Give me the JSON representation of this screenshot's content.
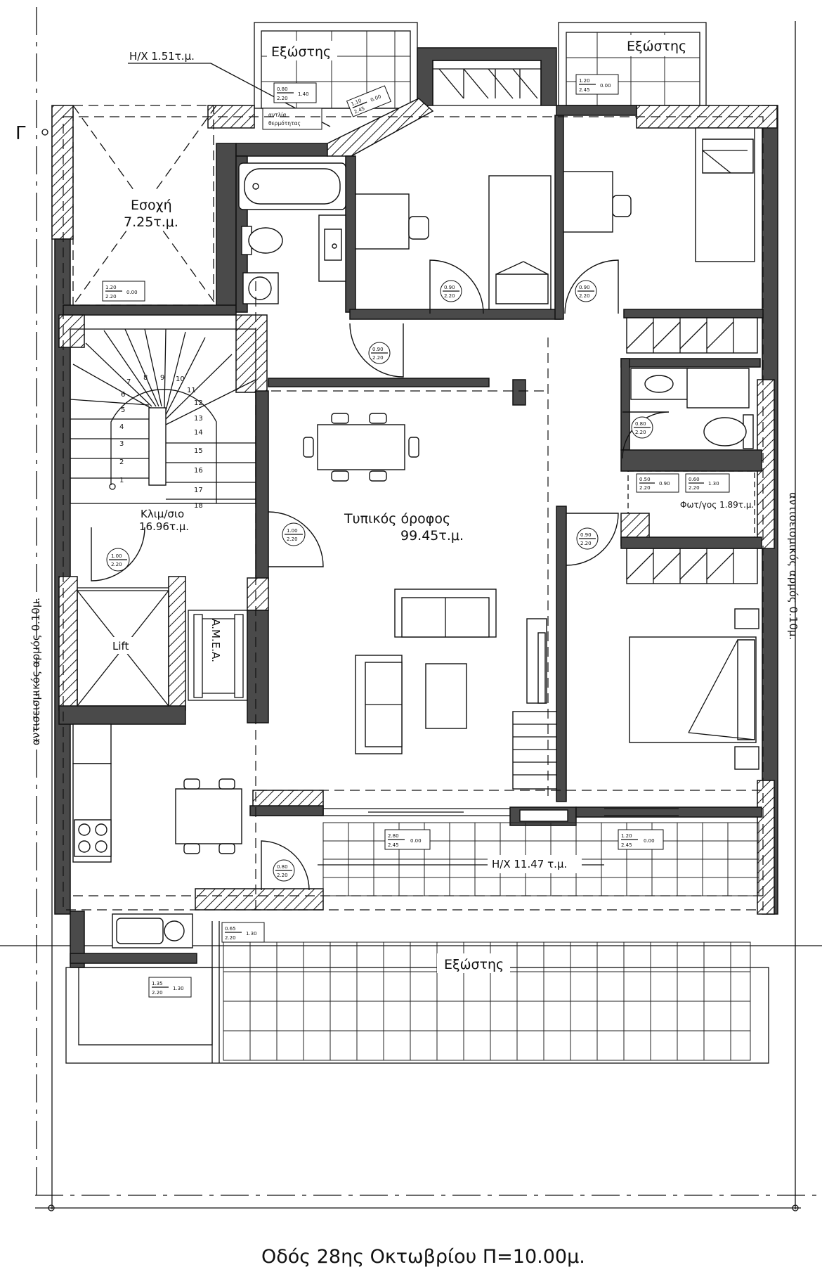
{
  "plan": {
    "room_labels": {
      "escape_area_label": "Η/Χ 1.51τ.μ.",
      "balcony_nw_label": "Εξώστης",
      "balcony_ne_label": "Εξώστης",
      "recess_label": "Εσοχή",
      "recess_area": "7.25τ.μ.",
      "stair_label": "Κλιμ/σιο",
      "stair_area": "16.96τ.μ.",
      "floor_label": "Τυπικός όροφος",
      "floor_area": "99.45τ.μ.",
      "lift_label": "Lift",
      "accessible_label": "Α.Μ.Ε.Α.",
      "lightwell_label": "Φωτ/γος 1.89τ.μ.",
      "heat_pump_label_1": "αντλία",
      "heat_pump_label_2": "θερμότητας",
      "terrace_area_label": "Η/Χ 11.47 τ.μ.",
      "balcony_s_label": "Εξώστης",
      "seismic_left": "αντισεισμικός αρμός 0.10μ.",
      "seismic_right": "αντισεισμικός αρμός 0.10μ.",
      "section_marker": "Γ"
    },
    "stair_steps": [
      "1",
      "2",
      "3",
      "4",
      "5",
      "6",
      "7",
      "8",
      "9",
      "10",
      "11",
      "12",
      "13",
      "14",
      "15",
      "16",
      "17",
      "18"
    ],
    "door_tags": [
      {
        "id": "d1",
        "w": "0.90",
        "h": "2.20"
      },
      {
        "id": "d2",
        "w": "0.90",
        "h": "2.20"
      },
      {
        "id": "d3",
        "w": "0.90",
        "h": "2.20"
      },
      {
        "id": "d4",
        "w": "1.00",
        "h": "2.20"
      },
      {
        "id": "d5",
        "w": "0.90",
        "h": "2.20"
      },
      {
        "id": "d6",
        "w": "0.80",
        "h": "2.20"
      },
      {
        "id": "d7",
        "w": "1.00",
        "h": "2.20"
      },
      {
        "id": "d8",
        "w": "0.80",
        "h": "2.20"
      }
    ],
    "window_tags": [
      {
        "id": "w1",
        "w": "0.80",
        "h": "2.20",
        "sill": "1.40"
      },
      {
        "id": "w2",
        "w": "1.10",
        "h": "2.45",
        "sill": "0.00"
      },
      {
        "id": "w3",
        "w": "1.20",
        "h": "2.45",
        "sill": "0.00"
      },
      {
        "id": "w4",
        "w": "1.20",
        "h": "2.20",
        "sill": "0.00"
      },
      {
        "id": "w5",
        "w": "0.50",
        "h": "2.20",
        "sill": "0.90"
      },
      {
        "id": "w6",
        "w": "0.60",
        "h": "2.20",
        "sill": "1.30"
      },
      {
        "id": "w7",
        "w": "2.80",
        "h": "2.45",
        "sill": "0.00"
      },
      {
        "id": "w8",
        "w": "1.20",
        "h": "2.45",
        "sill": "0.00"
      },
      {
        "id": "w9",
        "w": "0.65",
        "h": "2.20",
        "sill": "1.30"
      },
      {
        "id": "w10",
        "w": "1.35",
        "h": "2.20",
        "sill": "1.30"
      }
    ],
    "street_caption": "Οδός 28ης Οκτωβρίου Π=10.00μ."
  }
}
